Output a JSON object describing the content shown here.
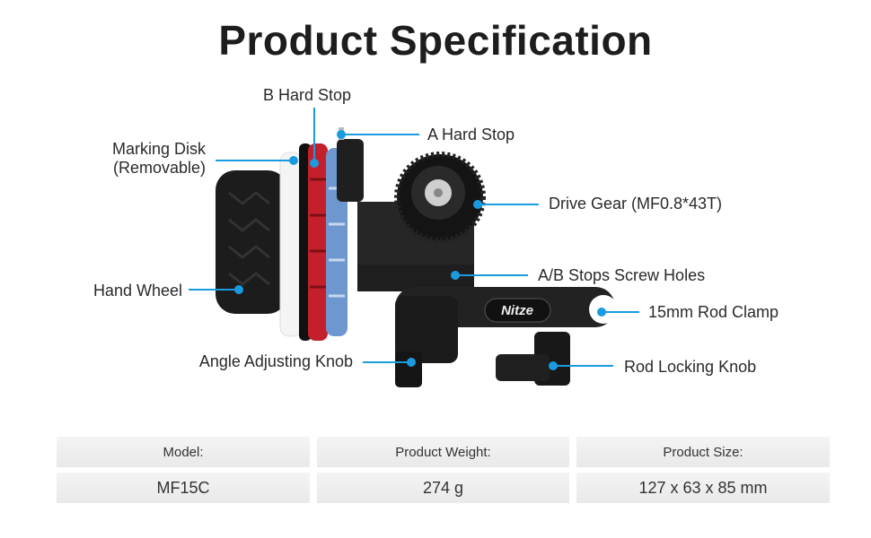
{
  "title": "Product Specification",
  "brand_logo": "Nitze",
  "accent_color": "#1a9be0",
  "callouts": {
    "b_hard_stop": "B Hard Stop",
    "marking_disk_line1": "Marking Disk",
    "marking_disk_line2": "(Removable)",
    "a_hard_stop": "A Hard Stop",
    "drive_gear": "Drive Gear (MF0.8*43T)",
    "hand_wheel": "Hand Wheel",
    "ab_stops": "A/B Stops Screw Holes",
    "rod_clamp": "15mm Rod Clamp",
    "angle_knob": "Angle Adjusting Knob",
    "rod_knob": "Rod Locking Knob"
  },
  "specs": {
    "headers": [
      "Model:",
      "Product Weight:",
      "Product Size:"
    ],
    "values": [
      "MF15C",
      "274 g",
      "127 x 63 x 85 mm"
    ]
  }
}
